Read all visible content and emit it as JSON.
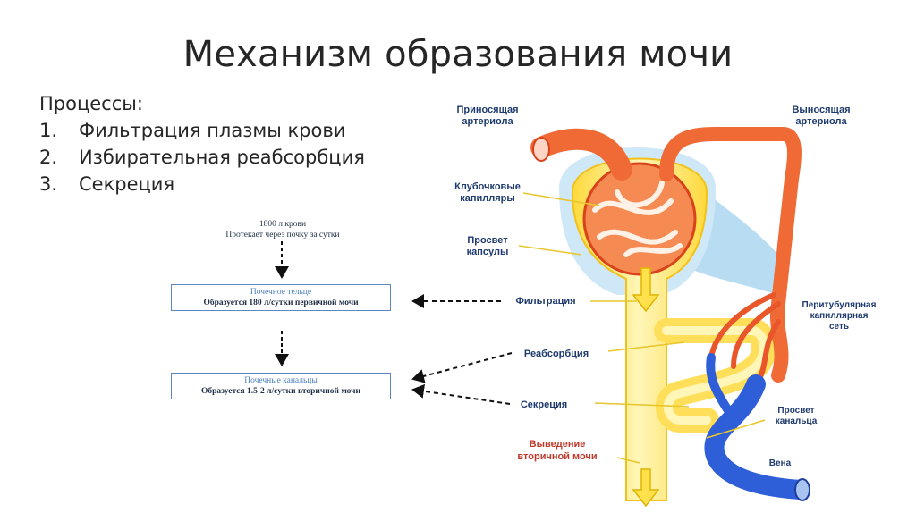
{
  "title": "Механизм образования мочи",
  "processes": {
    "heading": "Процессы:",
    "items": [
      {
        "num": "1.",
        "text": "Фильтрация плазмы крови"
      },
      {
        "num": "2.",
        "text": "Избирательная реабсорбция"
      },
      {
        "num": "3.",
        "text": "Секреция"
      }
    ]
  },
  "flow": {
    "top_line1": "1800 л крови",
    "top_line2": "Протекает через почку за сутки",
    "box1_title": "Почечное тельце",
    "box1_text": "Образуется 180 л/сутки первичной мочи",
    "box2_title": "Почечные канальцы",
    "box2_text": "Образуется 1.5-2 л/сутки вторичной мочи"
  },
  "diagram": {
    "labels": {
      "afferent1": "Приносящая",
      "afferent2": "артериола",
      "efferent1": "Выносящая",
      "efferent2": "артериола",
      "glom1": "Клубочковые",
      "glom2": "капилляры",
      "capsule1": "Просвет",
      "capsule2": "капсулы",
      "filtration": "Фильтрация",
      "reabsorption": "Реабсорбция",
      "secretion": "Секреция",
      "excretion1": "Выведение",
      "excretion2": "вторичной мочи",
      "peritub1": "Перитубулярная",
      "peritub2": "капиллярная",
      "peritub3": "сеть",
      "tubule1": "Просвет",
      "tubule2": "канальца",
      "vein": "Вена"
    },
    "colors": {
      "artery": "#f06a35",
      "artery_dark": "#d8431b",
      "vein": "#2f5fd8",
      "tubule": "#ffe36b",
      "tubule_light": "#fff4b0",
      "capsule_space": "#b8ddf2",
      "label_blue": "#1e3a6e",
      "label_red": "#c0392b",
      "box_border": "#5b89bf"
    }
  }
}
